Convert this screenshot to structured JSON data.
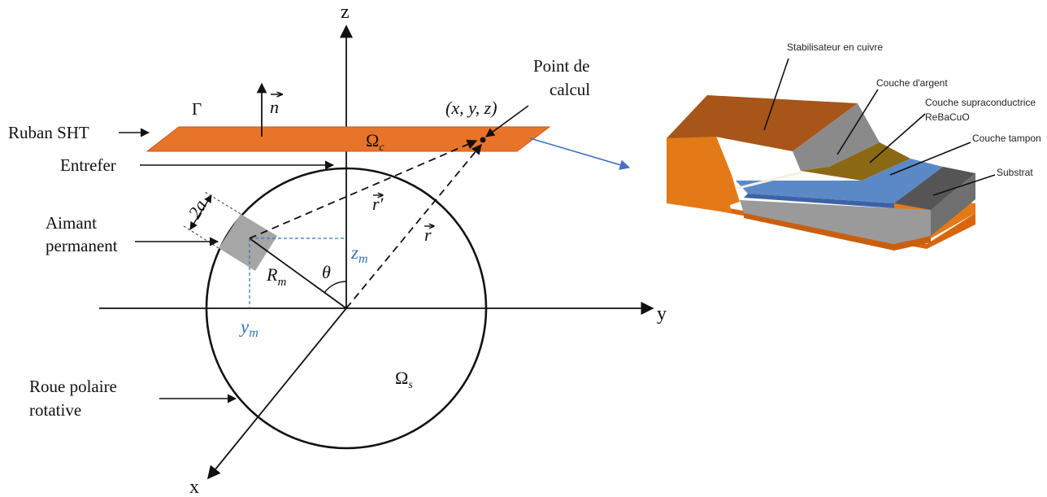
{
  "colors": {
    "tape_orange": "#e8742a",
    "blue_label": "#2e75b6",
    "link_arrow": "#4472c4",
    "copper_top": "#a8551a",
    "copper_side": "#e37a17",
    "magnet_gray": "#a6a6a6"
  },
  "axes": {
    "z": "z",
    "y": "y",
    "x": "x"
  },
  "labels": {
    "gamma": "Γ",
    "n_vec": "n",
    "ruban": "Ruban SHT",
    "entrefer": "Entrefer",
    "aimant_l1": "Aimant",
    "aimant_l2": "permanent",
    "roue_l1": "Roue polaire",
    "roue_l2": "rotative",
    "point_l1": "Point de",
    "point_l2": "calcul",
    "coords": "(x, y, z)",
    "omega": "Ω",
    "omega_c_sub": "c",
    "omega_s_sub": "s",
    "two_a": "2a",
    "r_prime": "r′",
    "r_vec": "r",
    "R": "R",
    "R_sub": "m",
    "theta": "θ",
    "z_main": "z",
    "z_sub": "m",
    "y_main": "y",
    "y_sub": "m"
  },
  "tape_layers": {
    "stabilisateur": "Stabilisateur en cuivre",
    "argent": "Couche d'argent",
    "supra_l1": "Couche supraconductrice",
    "supra_l2": "ReBaCuO",
    "tampon": "Couche tampon",
    "substrat": "Substrat"
  }
}
